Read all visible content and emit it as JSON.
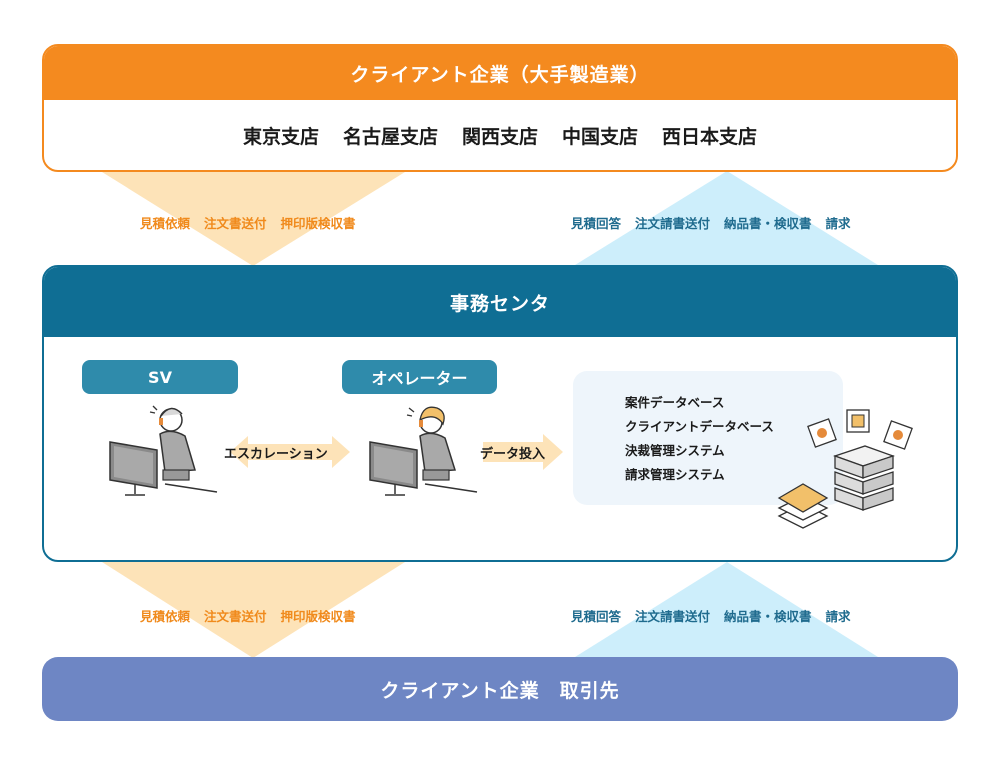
{
  "client_top": {
    "title": "クライアント企業（大手製造業）",
    "branches": [
      "東京支店",
      "名古屋支店",
      "関西支店",
      "中国支店",
      "西日本支店"
    ]
  },
  "flows": {
    "down": [
      "見積依頼",
      "注文書送付",
      "押印版検収書"
    ],
    "up": [
      "見積回答",
      "注文請書送付",
      "納品書・検収書",
      "請求"
    ]
  },
  "center": {
    "title": "事務センタ",
    "sv_label": "SV",
    "operator_label": "オペレーター",
    "escalation_label": "エスカレーション",
    "data_entry_label": "データ投入",
    "systems": [
      "案件データベース",
      "クライアントデータベース",
      "決裁管理システム",
      "請求管理システム"
    ]
  },
  "client_bottom": {
    "title": "クライアント企業　取引先"
  },
  "colors": {
    "orange": "#f48a1f",
    "orange_light": "#fde3b8",
    "teal": "#0f6e94",
    "teal_light": "#cdeefb",
    "role": "#2f8bab",
    "bottom": "#6e86c4"
  }
}
